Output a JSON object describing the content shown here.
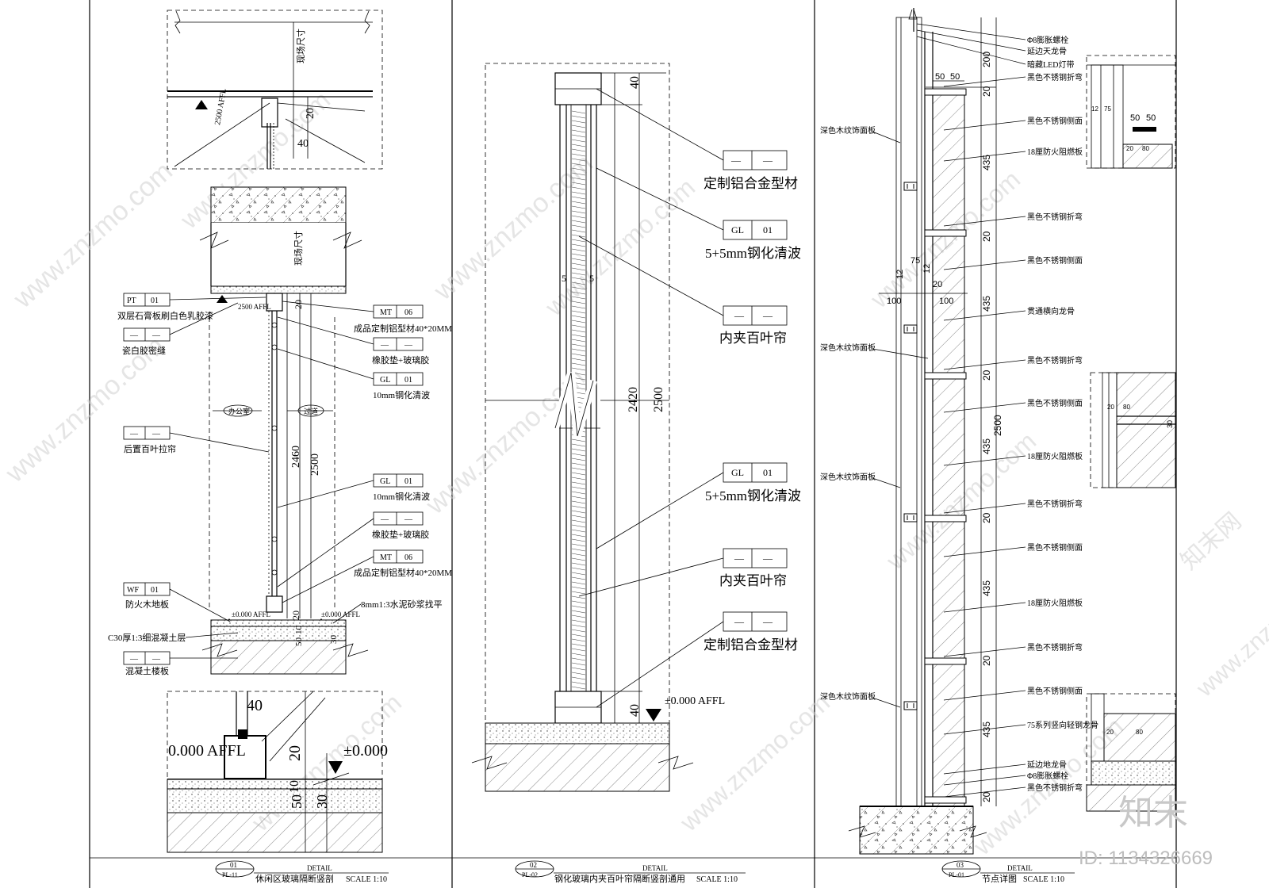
{
  "panel1": {
    "dims": {
      "site_top": "现场尺寸",
      "site_mid": "现场尺寸",
      "d2460": "2460",
      "d2500": "2500",
      "d20a": "20",
      "d40a": "40",
      "d20b": "20",
      "d10": "10",
      "d50": "50",
      "d30": "30",
      "z40": "40",
      "z20": "20",
      "z10": "10",
      "z50": "50",
      "z30": "30"
    },
    "levels": {
      "l2500": "2500 AFFL",
      "l2500b": "2500 AFFL",
      "l0a": "±0.000 AFFL",
      "l0b": "±0.000 AFFL",
      "z0a": "0.000 AFFL",
      "z0b": "±0.000"
    },
    "rooms": {
      "left": "办公室",
      "right": "过道"
    },
    "tags": [
      {
        "code": "PT",
        "num": "01",
        "text": "双层石膏板刷白色乳胶漆"
      },
      {
        "code": "—",
        "num": "—",
        "text": "瓷白胶密缝"
      },
      {
        "code": "MT",
        "num": "06",
        "text": "成品定制铝型材40*20MM"
      },
      {
        "code": "—",
        "num": "—",
        "text": "橡胶垫+玻璃胶"
      },
      {
        "code": "GL",
        "num": "01",
        "text": "10mm钢化清波"
      },
      {
        "code": "—",
        "num": "—",
        "text": "后置百叶拉帘"
      },
      {
        "code": "GL",
        "num": "01",
        "text": "10mm钢化清波"
      },
      {
        "code": "—",
        "num": "—",
        "text": "橡胶垫+玻璃胶"
      },
      {
        "code": "MT",
        "num": "06",
        "text": "成品定制铝型材40*20MM"
      },
      {
        "code": "WF",
        "num": "01",
        "text": "防火木地板"
      },
      {
        "code": "",
        "num": "",
        "text": "8mm1:3水泥砂浆找平"
      },
      {
        "code": "",
        "num": "",
        "text": "C30厚1:3细混凝土层"
      },
      {
        "code": "—",
        "num": "—",
        "text": "混凝土楼板"
      }
    ],
    "footer": {
      "num": "01",
      "sheet": "PL-11",
      "word": "DETAIL",
      "title": "休闲区玻璃隔断竖剖",
      "scale": "SCALE 1:10"
    }
  },
  "panel2": {
    "dims": {
      "d40a": "40",
      "d2420": "2420",
      "d2500": "2500",
      "d40b": "40",
      "d5a": "5",
      "d5b": "5"
    },
    "level": "±0.000 AFFL",
    "tags": [
      {
        "code": "—",
        "num": "—",
        "text": "定制铝合金型材"
      },
      {
        "code": "GL",
        "num": "01",
        "text": "5+5mm钢化清波"
      },
      {
        "code": "—",
        "num": "—",
        "text": "内夹百叶帘"
      },
      {
        "code": "GL",
        "num": "01",
        "text": "5+5mm钢化清波"
      },
      {
        "code": "—",
        "num": "—",
        "text": "内夹百叶帘"
      },
      {
        "code": "—",
        "num": "—",
        "text": "定制铝合金型材"
      }
    ],
    "footer": {
      "num": "02",
      "sheet": "PL-02",
      "word": "DETAIL",
      "title": "钢化玻璃内夹百叶帘隔断竖剖通用",
      "scale": "SCALE 1:10"
    }
  },
  "panel3": {
    "dims": {
      "d200": "200",
      "d20_1": "20",
      "d435_1": "435",
      "d20_2": "20",
      "d435_2": "435",
      "d20_3": "20",
      "d2500": "2500",
      "d435_3": "435",
      "d20_4": "20",
      "d435_4": "435",
      "d20_5": "20",
      "d50a": "50",
      "d50b": "50",
      "d75": "75",
      "d12a": "12",
      "d12b": "12",
      "d20": "20",
      "d100a": "100",
      "d100b": "100",
      "i50a": "50",
      "i50b": "50",
      "i20": "20",
      "i80": "80",
      "i12": "12",
      "i75": "75",
      "j20": "20",
      "j80": "80",
      "j30": "30",
      "k20": "20",
      "k80": "80"
    },
    "left_labels": [
      "深色木纹饰面板",
      "深色木纹饰面板",
      "深色木纹饰面板",
      "深色木纹饰面板"
    ],
    "right_labels": [
      "Φ8膨胀螺栓",
      "延边天龙骨",
      "暗藏LED灯带",
      "黑色不锈钢折弯",
      "黑色不锈钢侧面",
      "18厘防火阻燃板",
      "黑色不锈钢折弯",
      "黑色不锈钢侧面",
      "贯通横向龙骨",
      "黑色不锈钢折弯",
      "黑色不锈钢侧面",
      "18厘防火阻燃板",
      "黑色不锈钢折弯",
      "黑色不锈钢侧面",
      "18厘防火阻燃板",
      "黑色不锈钢折弯",
      "黑色不锈钢侧面",
      "75系列竖向轻钢龙骨",
      "延边地龙骨",
      "Φ8膨胀螺栓",
      "黑色不锈钢折弯"
    ],
    "footer": {
      "num": "03",
      "sheet": "PL-01",
      "word": "DETAIL",
      "title": "节点详图",
      "scale": "SCALE 1:10"
    }
  },
  "watermark": {
    "text": "www.znzmo.com",
    "brand": "知末网",
    "logo": "知末",
    "id": "ID: 1134326669"
  }
}
